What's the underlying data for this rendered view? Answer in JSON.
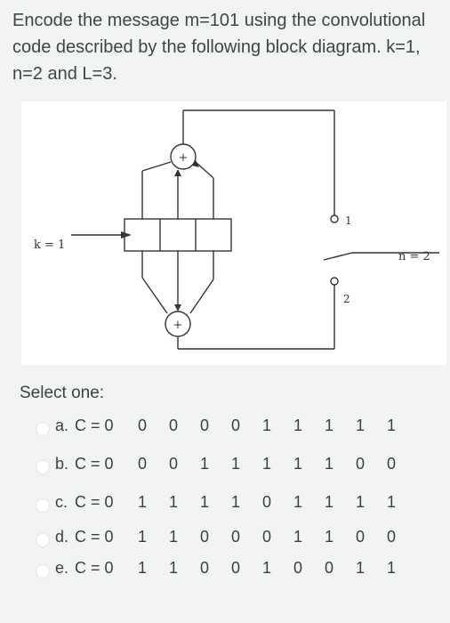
{
  "question": {
    "text": "Encode the message m=101 using the convolutional code described by the following block diagram. k=1, n=2 and L=3."
  },
  "diagram": {
    "input_label": "k = 1",
    "output_label": "n = 2",
    "switch_label_1": "1",
    "switch_label_2": "2",
    "adder_symbol_top": "+",
    "adder_symbol_bottom": "+"
  },
  "select_label": "Select one:",
  "options": [
    {
      "letter": "a.",
      "prefix": "C = 0",
      "bits": [
        "0",
        "0",
        "0",
        "0",
        "1",
        "1",
        "1",
        "1",
        "1"
      ]
    },
    {
      "letter": "b.",
      "prefix": "C = 0",
      "bits": [
        "0",
        "0",
        "1",
        "1",
        "1",
        "1",
        "1",
        "0",
        "0"
      ]
    },
    {
      "letter": "c.",
      "prefix": "C = 0",
      "bits": [
        "1",
        "1",
        "1",
        "1",
        "0",
        "1",
        "1",
        "1",
        "1"
      ]
    },
    {
      "letter": "d.",
      "prefix": "C = 0",
      "bits": [
        "1",
        "1",
        "0",
        "0",
        "0",
        "1",
        "1",
        "0",
        "0"
      ]
    },
    {
      "letter": "e.",
      "prefix": "C = 0",
      "bits": [
        "1",
        "1",
        "0",
        "0",
        "1",
        "0",
        "0",
        "1",
        "1"
      ]
    }
  ]
}
